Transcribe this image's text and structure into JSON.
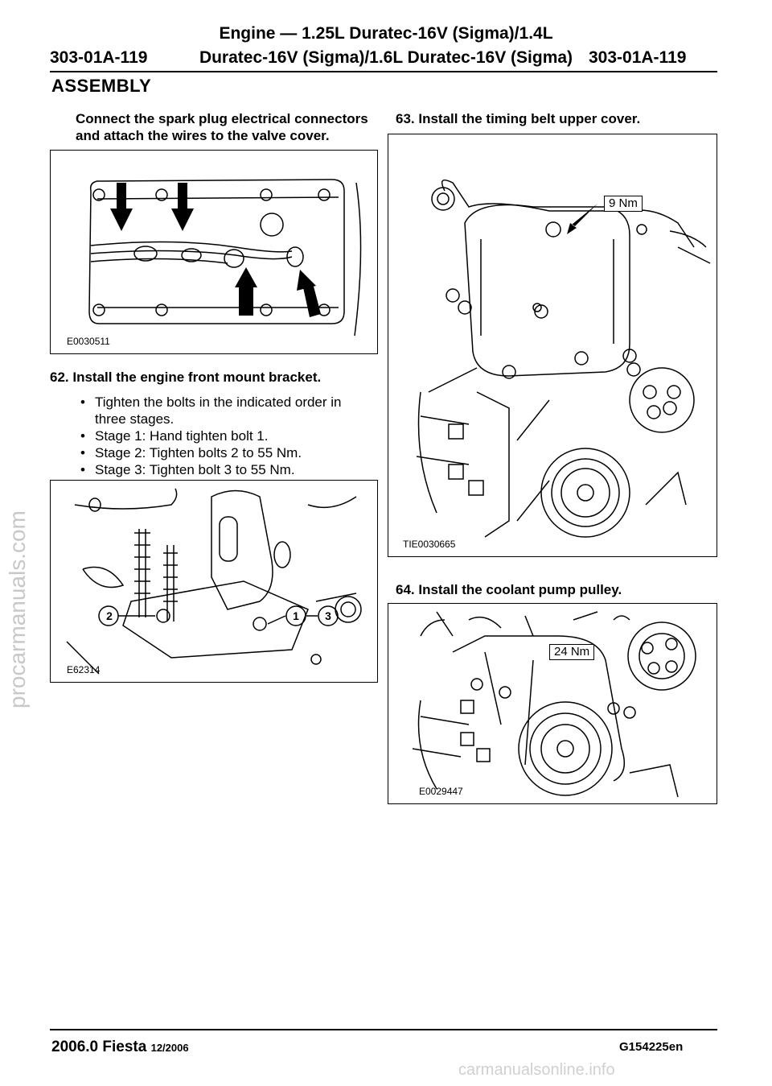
{
  "header": {
    "title": "Engine — 1.25L Duratec-16V (Sigma)/1.4L",
    "left": "303-01A-119",
    "center": "Duratec-16V (Sigma)/1.6L Duratec-16V (Sigma)",
    "right": "303-01A-119"
  },
  "section": "ASSEMBLY",
  "left_column": {
    "intro": "Connect the spark plug electrical connectors and attach the wires to the valve cover.",
    "figure1_label": "E0030511",
    "step62": {
      "title": "62. Install the engine front mount bracket.",
      "bullets": [
        "Tighten the bolts in the indicated order in three stages.",
        "Stage 1: Hand tighten bolt 1.",
        "Stage 2: Tighten bolts 2 to 55 Nm.",
        "Stage 3: Tighten bolt 3 to 55 Nm."
      ]
    },
    "figure2_label": "E62314",
    "figure2_callouts": [
      "2",
      "1",
      "3"
    ]
  },
  "right_column": {
    "step63": "63. Install the timing belt upper cover.",
    "figure3_label": "TIE0030665",
    "figure3_torque": "9 Nm",
    "step64": "64. Install the coolant pump pulley.",
    "figure4_label": "E0029447",
    "figure4_torque": "24 Nm"
  },
  "footer": {
    "model": "2006.0 Fiesta",
    "date": "12/2006",
    "code": "G154225en"
  },
  "watermarks": {
    "side": "procarmanuals.com",
    "bottom": "carmanualsonline.info"
  }
}
